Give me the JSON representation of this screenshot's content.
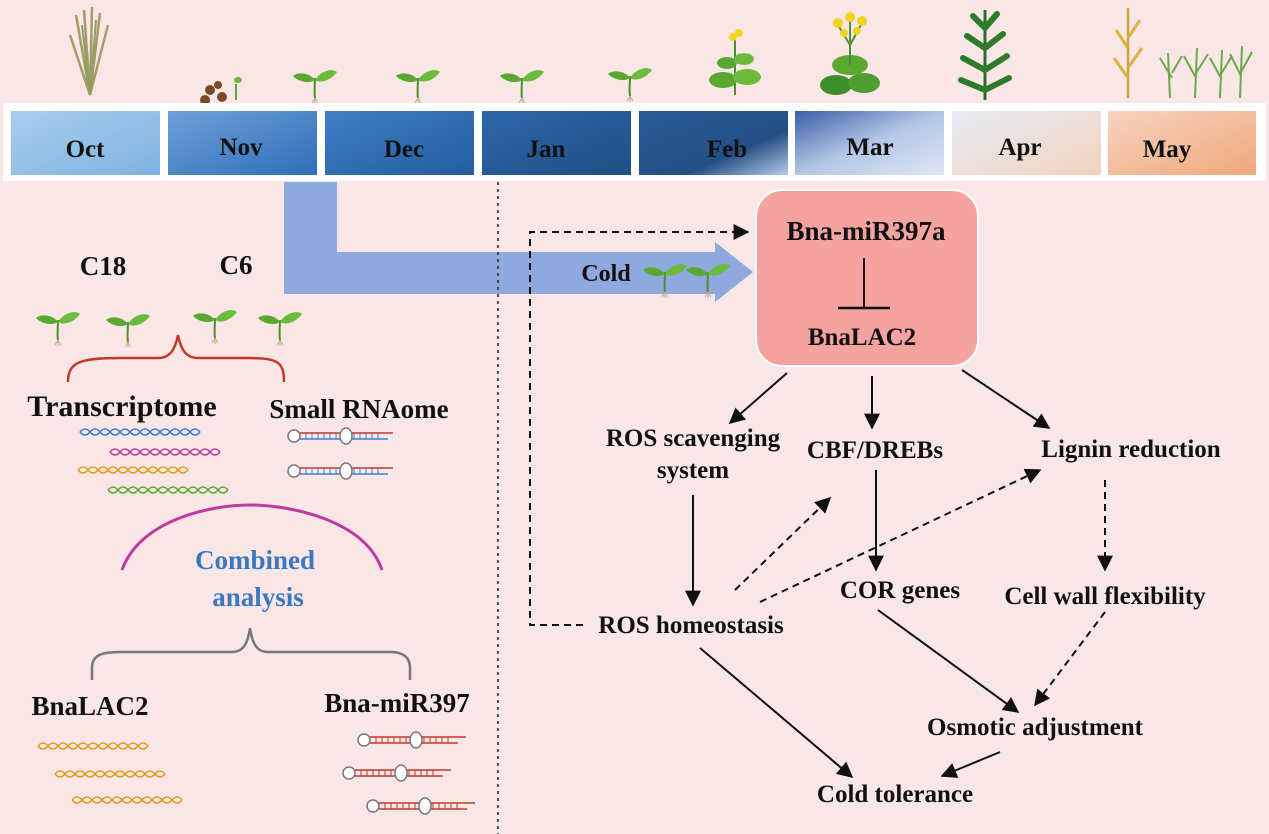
{
  "months": [
    "Oct",
    "Nov",
    "Dec",
    "Jan",
    "Feb",
    "Mar",
    "Apr",
    "May"
  ],
  "colors": {
    "background": "#f9e7e7",
    "arrow_band": "#8fa8dd",
    "center_box": "#f4a3a0",
    "brace_red": "#c0392b",
    "arc_magenta": "#c0399e",
    "brace_gray": "#777777",
    "combined_text": "#3a78c0",
    "leaf_green": "#5aa832",
    "flower_yellow": "#f2d31c"
  },
  "left": {
    "c18": "C18",
    "c6": "C6",
    "transcriptome": "Transcriptome",
    "small_rnaome": "Small RNAome",
    "combined_line1": "Combined",
    "combined_line2": "analysis",
    "bnalac2": "BnaLAC2",
    "bna_mir397": "Bna-miR397"
  },
  "right": {
    "cold": "Cold",
    "mirna": "Bna-miR397a",
    "target": "BnaLAC2",
    "ros_scav_line1": "ROS scavenging",
    "ros_scav_line2": "system",
    "cbf": "CBF/DREBs",
    "lignin": "Lignin reduction",
    "ros_homeo": "ROS homeostasis",
    "cor": "COR genes",
    "cell_wall": "Cell wall flexibility",
    "osmotic": "Osmotic adjustment",
    "cold_tol": "Cold tolerance"
  }
}
